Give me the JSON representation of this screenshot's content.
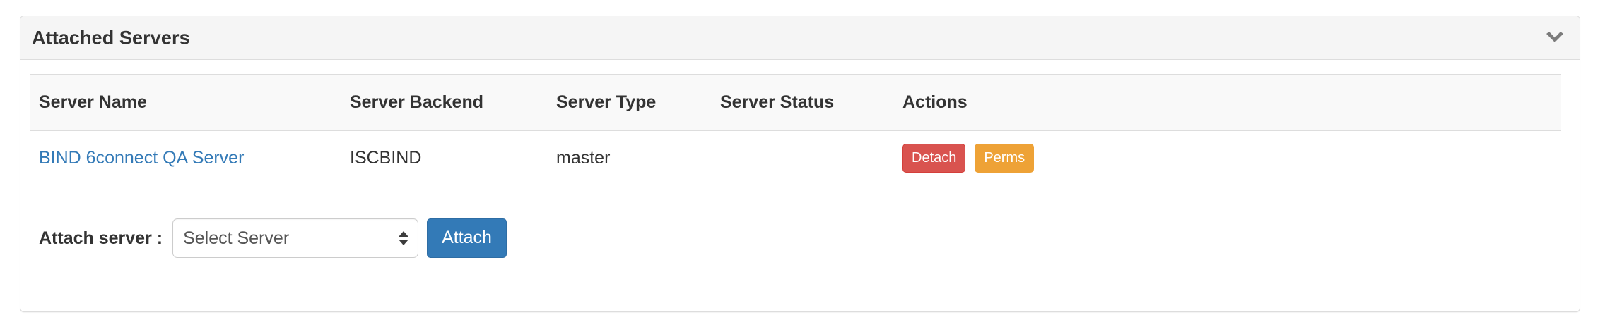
{
  "panel": {
    "title": "Attached Servers",
    "collapse_icon": "chevron-down-icon"
  },
  "table": {
    "columns": [
      "Server Name",
      "Server Backend",
      "Server Type",
      "Server Status",
      "Actions"
    ],
    "rows": [
      {
        "server_name": "BIND 6connect QA Server",
        "server_backend": "ISCBIND",
        "server_type": "master",
        "server_status": "",
        "actions": [
          {
            "label": "Detach",
            "style": "danger"
          },
          {
            "label": "Perms",
            "style": "warning"
          }
        ]
      }
    ]
  },
  "attach_form": {
    "label": "Attach server :",
    "select_value": "Select Server",
    "select_options": [
      "Select Server"
    ],
    "submit_label": "Attach"
  },
  "colors": {
    "link": "#337ab7",
    "primary": "#337ab7",
    "danger": "#d9534f",
    "warning": "#eea236",
    "panel_heading_bg": "#f5f5f5",
    "table_head_bg": "#f9f9f9",
    "border": "#dddddd"
  }
}
